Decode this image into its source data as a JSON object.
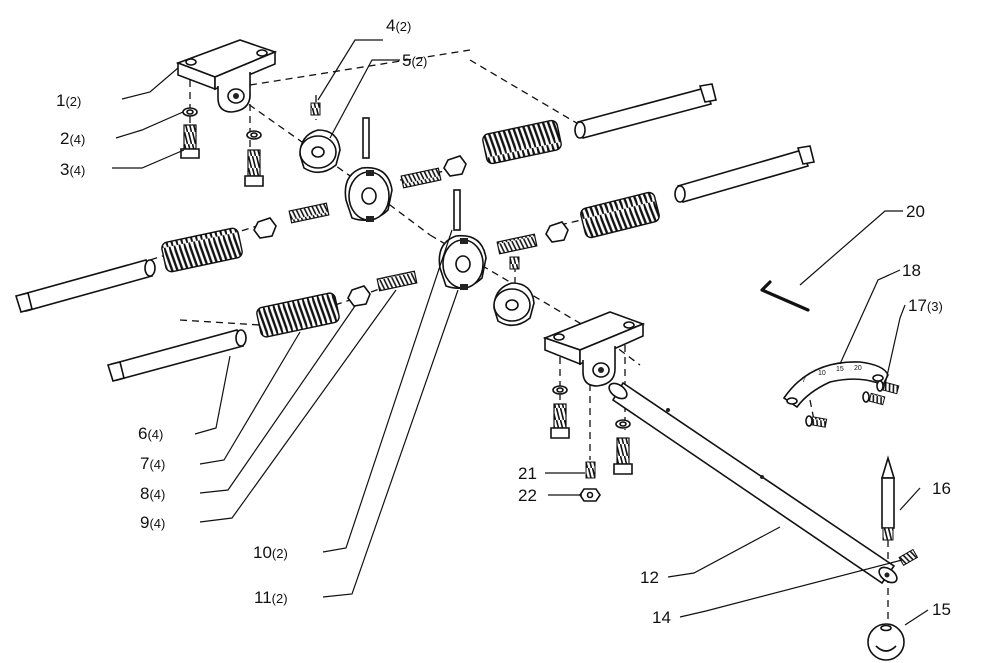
{
  "callouts": [
    {
      "id": "1",
      "num": "1",
      "qty": "(2)"
    },
    {
      "id": "2",
      "num": "2",
      "qty": "(4)"
    },
    {
      "id": "3",
      "num": "3",
      "qty": "(4)"
    },
    {
      "id": "4",
      "num": "4",
      "qty": "(2)"
    },
    {
      "id": "5",
      "num": "5",
      "qty": "(2)"
    },
    {
      "id": "6",
      "num": "6",
      "qty": "(4)"
    },
    {
      "id": "7",
      "num": "7",
      "qty": "(4)"
    },
    {
      "id": "8",
      "num": "8",
      "qty": "(4)"
    },
    {
      "id": "9",
      "num": "9",
      "qty": "(4)"
    },
    {
      "id": "10",
      "num": "10",
      "qty": "(2)"
    },
    {
      "id": "11",
      "num": "11",
      "qty": "(2)"
    },
    {
      "id": "12",
      "num": "12",
      "qty": ""
    },
    {
      "id": "14",
      "num": "14",
      "qty": ""
    },
    {
      "id": "15",
      "num": "15",
      "qty": ""
    },
    {
      "id": "16",
      "num": "16",
      "qty": ""
    },
    {
      "id": "17",
      "num": "17",
      "qty": "(3)"
    },
    {
      "id": "18",
      "num": "18",
      "qty": ""
    },
    {
      "id": "20",
      "num": "20",
      "qty": ""
    },
    {
      "id": "21",
      "num": "21",
      "qty": ""
    },
    {
      "id": "22",
      "num": "22",
      "qty": ""
    }
  ],
  "colors": {
    "ink": "#111111",
    "paper": "#ffffff"
  }
}
